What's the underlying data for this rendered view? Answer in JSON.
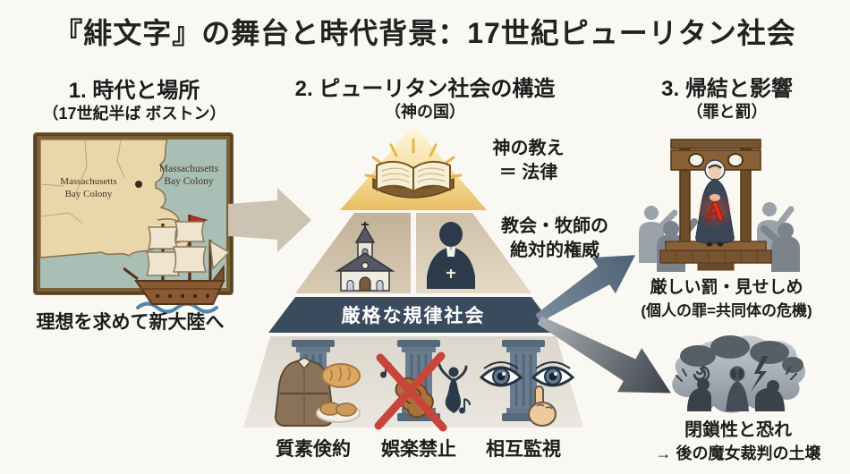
{
  "title": "『緋文字』の舞台と時代背景：17世紀ピューリタン社会",
  "sections": {
    "s1": {
      "heading": "1. 時代と場所",
      "subheading": "（17世紀半ば ボストン）",
      "map_label_line1": "Massachusetts",
      "map_label_line2": "Bay Colony",
      "caption": "理想を求めて新大陸へ"
    },
    "s2": {
      "heading": "2. ピューリタン社会の構造",
      "subheading": "（神の国）",
      "pyramid": {
        "top_label_line1": "神の教え",
        "top_label_line2": "＝ 法律",
        "middle_label_line1": "教会・牧師の",
        "middle_label_line2": "絶対的権威",
        "band_label": "厳格な規律社会",
        "pillars": [
          {
            "label": "質素倹約",
            "icon": "coat-and-bread-icon"
          },
          {
            "label": "娯楽禁止",
            "icon": "no-music-no-dance-icon"
          },
          {
            "label": "相互監視",
            "icon": "watching-eyes-hand-icon"
          }
        ]
      }
    },
    "s3": {
      "heading": "3. 帰結と影響",
      "subheading": "（罪と罰）",
      "scarlet_letter": "A",
      "punishment_caption_line1": "厳しい罰・見せしめ",
      "punishment_caption_line2": "(個人の罪=共同体の危機)",
      "fear_caption_line1": "閉鎖性と恐れ",
      "fear_caption_line2": "→ 後の魔女裁判の土壌"
    }
  },
  "icons": {
    "map": "colonial-map-illustration",
    "ship": "sailing-ship-icon",
    "book": "bible-light-icon",
    "church": "church-icon",
    "pastor": "pastor-silhouette-icon",
    "pillar": "column-pillar-icon",
    "pillory": "pillory-scene-illustration",
    "storm": "fear-storm-illustration",
    "arrows": [
      "arrow-right-icon",
      "arrow-up-right-icon",
      "arrow-down-right-icon"
    ]
  },
  "colors": {
    "background": "#faf8f2",
    "band": "#3a4b5e",
    "pyramid_gold": "#e9bd62",
    "pillar_slate": "#5d7183",
    "scarlet": "#e5301c",
    "arrow_tan": "#ccc3b3"
  }
}
